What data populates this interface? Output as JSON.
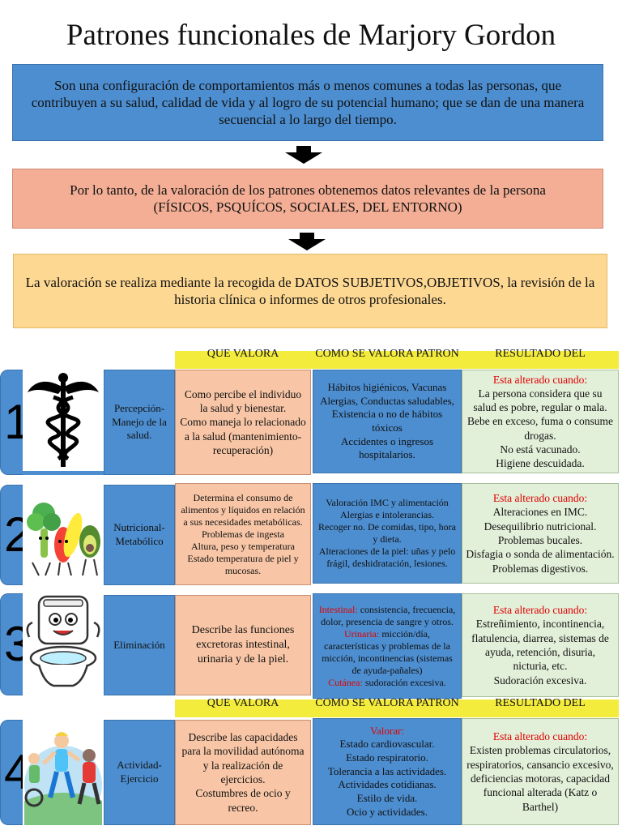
{
  "title": "Patrones funcionales de Marjory Gordon",
  "intro": {
    "definition": "Son una configuración de comportamientos más o menos comunes a todas las personas, que contribuyen a su salud, calidad de vida y al logro de su potencial humano; que se dan de una manera secuencial a lo largo del tiempo.",
    "data_line1": "Por lo tanto, de la valoración de los patrones obtenemos datos relevantes de la persona",
    "data_line2": "(FÍSICOS, PSQUÍCOS, SOCIALES, DEL ENTORNO)",
    "method": "La valoración se realiza mediante la recogida de DATOS SUBJETIVOS,OBJETIVOS, la revisión de la historia clínica o informes de otros profesionales."
  },
  "headers": {
    "que": "QUE VALORA",
    "como": "COMO SE VALORA PATRON",
    "resultado": "RESULTADO DEL"
  },
  "colors": {
    "blue": "#4d8ed0",
    "salmon": "#f3ae95",
    "yellow": "#fdd892",
    "header": "#f4ec3c",
    "alert": "#e00000"
  },
  "patterns": [
    {
      "number": "1",
      "icon": "caduceus-icon",
      "name": "Percepción-Manejo de la salud.",
      "que_valora": [
        "Como percibe el individuo la salud y bienestar.",
        "Como maneja lo relacionado a la salud (mantenimiento-recuperación)"
      ],
      "como_valora": [
        "Hábitos higiénicos, Vacunas Alergias, Conductas saludables, Existencia o no de hábitos tóxicos",
        "Accidentes o ingresos hospitalarios."
      ],
      "resultado_label": "Esta alterado cuando:",
      "resultado": [
        "La persona considera que su salud es pobre, regular o mala.",
        "Bebe en exceso, fuma o consume drogas.",
        "No está vacunado.",
        "Higiene descuidada."
      ]
    },
    {
      "number": "2",
      "icon": "vegetables-icon",
      "name": "Nutricional-Metabólico",
      "que_valora": [
        "Determina el consumo de alimentos y líquidos en relación a sus necesidades metabólicas.",
        "Problemas de ingesta",
        "Altura, peso y temperatura",
        "Estado temperatura de piel y mucosas."
      ],
      "como_valora": [
        "Valoración IMC y alimentación",
        "Alergias e intolerancias.",
        "Recoger no. De comidas, tipo, hora y dieta.",
        "Alteraciones de la piel: uñas y pelo frágil, deshidratación, lesiones."
      ],
      "resultado_label": "Esta alterado cuando:",
      "resultado": [
        "Alteraciones en IMC.",
        "Desequilibrio nutricional.",
        "Problemas bucales.",
        "Disfagia o sonda de alimentación.",
        "Problemas digestivos."
      ]
    },
    {
      "number": "3",
      "icon": "toilet-icon",
      "name": "Eliminación",
      "que_valora": [
        "Describe las funciones excretoras intestinal, urinaria y de la piel."
      ],
      "como_valora": [
        {
          "label": "Intestinal:",
          "text": " consistencia, frecuencia, dolor, presencia de sangre y otros."
        },
        {
          "label": "Urinaria:",
          "text": " micción/día, características y problemas de la micción, incontinencias (sistemas de ayuda-pañales)"
        },
        {
          "label": "Cutánea:",
          "text": " sudoración excesiva."
        }
      ],
      "resultado_label": "Esta alterado cuando:",
      "resultado": [
        "Estreñimiento, incontinencia, flatulencia, diarrea, sistemas de ayuda, retención, disuria, nicturia, etc.",
        "Sudoración excesiva."
      ]
    },
    {
      "number": "4",
      "icon": "exercise-icon",
      "name": "Actividad-Ejercicio",
      "que_valora": [
        "Describe las capacidades para la movilidad autónoma y la realización de ejercicios.",
        "Costumbres de ocio y recreo."
      ],
      "como_valora_label": "Valorar:",
      "como_valora": [
        "Estado cardiovascular.",
        "Estado respiratorio.",
        "Tolerancia a las actividades.",
        "Actividades cotidianas.",
        "Estilo de vida.",
        "Ocio y actividades."
      ],
      "resultado_label": "Esta alterado cuando:",
      "resultado": [
        "Existen problemas circulatorios, respiratorios, cansancio excesivo, deficiencias motoras, capacidad funcional alterada (Katz o Barthel)"
      ]
    }
  ]
}
